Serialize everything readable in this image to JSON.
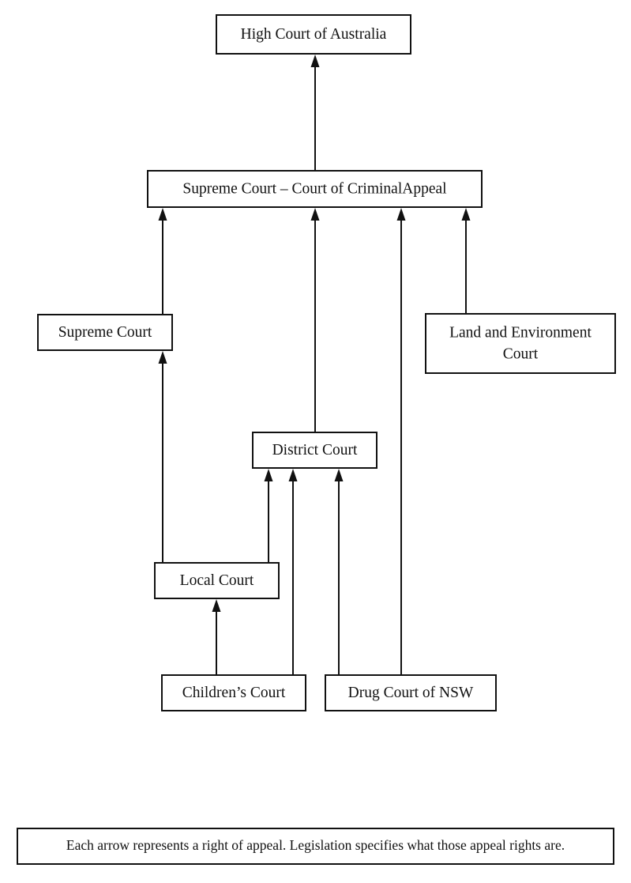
{
  "diagram": {
    "nodes": [
      {
        "id": "high",
        "lines": [
          "High Court of Australia"
        ]
      },
      {
        "id": "scca",
        "lines": [
          "Supreme Court – Court of CriminalAppeal"
        ]
      },
      {
        "id": "supreme",
        "lines": [
          "Supreme Court"
        ]
      },
      {
        "id": "land",
        "lines": [
          "Land and Environment",
          "Court"
        ]
      },
      {
        "id": "district",
        "lines": [
          "District Court"
        ]
      },
      {
        "id": "local",
        "lines": [
          "Local Court"
        ]
      },
      {
        "id": "children",
        "lines": [
          "Children’s Court"
        ]
      },
      {
        "id": "drug",
        "lines": [
          "Drug Court of NSW"
        ]
      }
    ],
    "edges": [
      {
        "from": "scca",
        "to": "high"
      },
      {
        "from": "supreme",
        "to": "scca"
      },
      {
        "from": "district",
        "to": "scca"
      },
      {
        "from": "drug",
        "to": "scca"
      },
      {
        "from": "land",
        "to": "scca"
      },
      {
        "from": "local",
        "to": "supreme"
      },
      {
        "from": "local",
        "to": "district"
      },
      {
        "from": "children",
        "to": "district"
      },
      {
        "from": "drug",
        "to": "district"
      },
      {
        "from": "children",
        "to": "local"
      }
    ],
    "note": "Each arrow represents a right of appeal. Legislation specifies what those appeal rights are."
  }
}
